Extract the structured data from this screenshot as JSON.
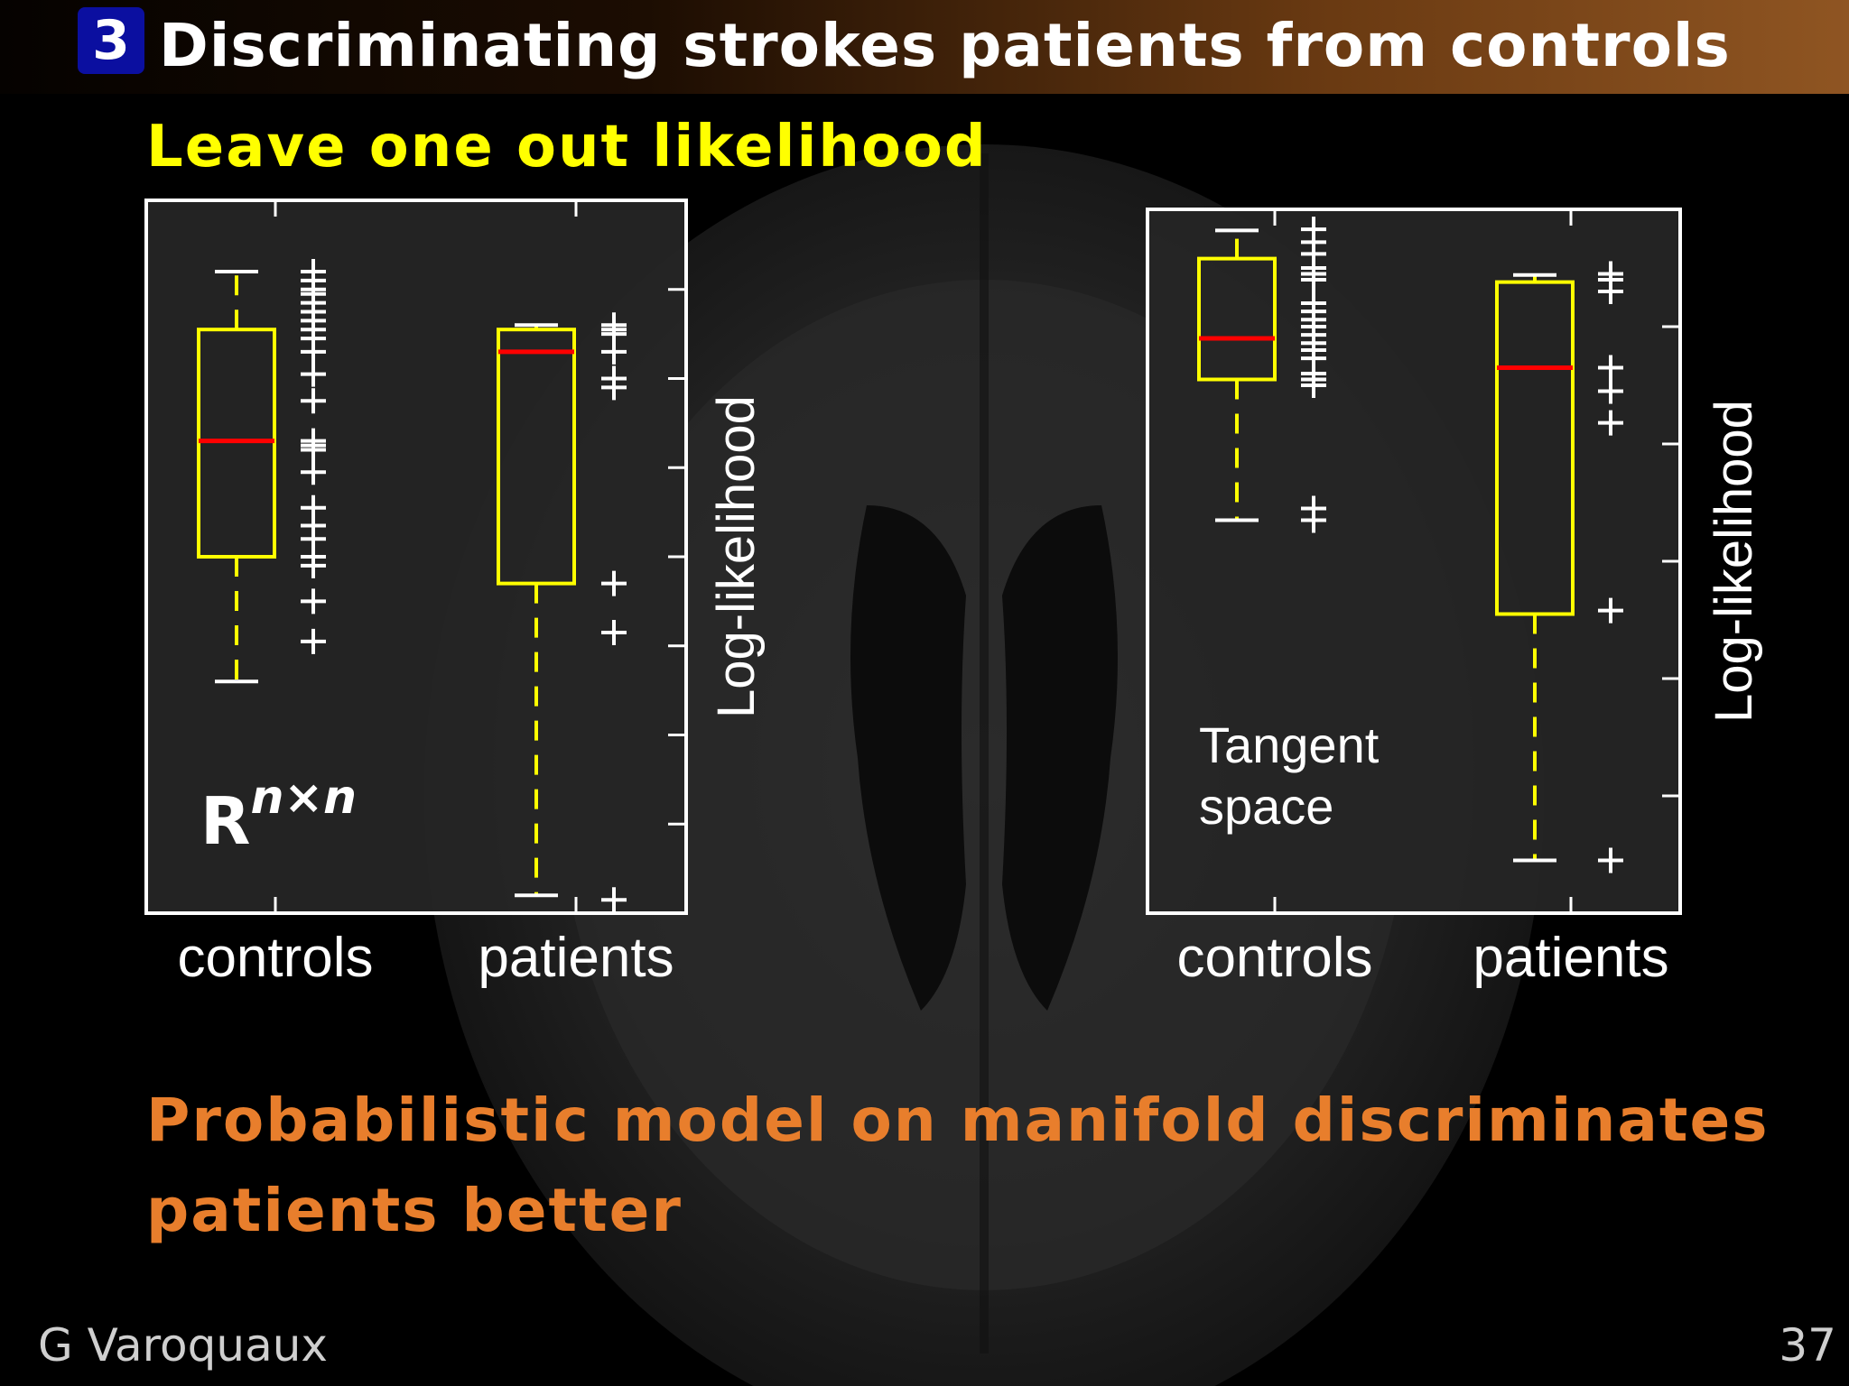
{
  "header": {
    "section_number": "3",
    "title": "Discriminating strokes patients from controls"
  },
  "subtitle": "Leave one out likelihood",
  "conclusion": "Probabilistic model on manifold discriminates patients better",
  "footer": {
    "author": "G Varoquaux",
    "page": "37"
  },
  "colors": {
    "box": "#ffff00",
    "median": "#ff0000",
    "outlier": "#ffffff",
    "plot_bg": "#262626",
    "frame": "#ffffff",
    "subtitle": "#ffff00",
    "conclusion": "#e87e2c"
  },
  "chart_data": [
    {
      "type": "box",
      "ylabel": "Log-likelihood",
      "space_label": "R",
      "space_label_sup": "n×n",
      "categories": [
        "controls",
        "patients"
      ],
      "ylim": [
        0,
        8
      ],
      "yticks": [
        1,
        2,
        3,
        4,
        5,
        6,
        7
      ],
      "boxes": [
        {
          "category": "controls",
          "whisker_low": 2.6,
          "q1": 4.0,
          "median": 5.3,
          "q3": 6.55,
          "whisker_high": 7.2
        },
        {
          "category": "patients",
          "whisker_low": 0.2,
          "q1": 3.7,
          "median": 6.3,
          "q3": 6.55,
          "whisker_high": 6.6
        }
      ],
      "outliers": [
        {
          "category": "controls",
          "values": [
            7.2,
            7.1,
            7.0,
            6.95,
            6.85,
            6.75,
            6.65,
            6.55,
            6.45,
            6.3,
            6.05,
            5.75,
            5.3,
            5.25,
            5.2,
            4.95,
            4.55,
            4.35,
            4.2,
            4.0,
            3.9,
            3.5,
            3.05
          ]
        },
        {
          "category": "patients",
          "values": [
            6.6,
            6.55,
            6.5,
            6.3,
            6.0,
            5.9,
            3.7,
            3.15,
            0.15
          ]
        }
      ]
    },
    {
      "type": "box",
      "ylabel": "Log-likelihood",
      "space_label": "Tangent space",
      "categories": [
        "controls",
        "patients"
      ],
      "ylim": [
        0,
        6
      ],
      "yticks": [
        1,
        2,
        3,
        4,
        5
      ],
      "boxes": [
        {
          "category": "controls",
          "whisker_low": 3.35,
          "q1": 4.55,
          "median": 4.9,
          "q3": 5.58,
          "whisker_high": 5.82
        },
        {
          "category": "patients",
          "whisker_low": 0.45,
          "q1": 2.55,
          "median": 4.65,
          "q3": 5.38,
          "whisker_high": 5.44
        }
      ],
      "outliers": [
        {
          "category": "controls",
          "values": [
            5.83,
            5.72,
            5.62,
            5.5,
            5.45,
            5.4,
            5.2,
            5.13,
            5.06,
            5.0,
            4.93,
            4.86,
            4.8,
            4.73,
            4.6,
            4.55,
            4.5,
            3.45,
            3.35
          ]
        },
        {
          "category": "patients",
          "values": [
            5.45,
            5.4,
            5.3,
            4.65,
            4.45,
            4.18,
            2.58,
            0.45
          ]
        }
      ]
    }
  ]
}
